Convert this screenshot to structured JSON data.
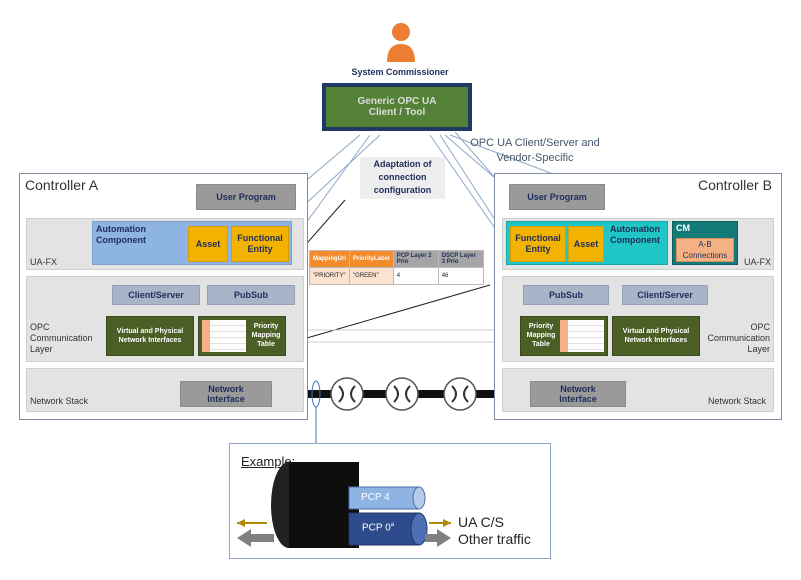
{
  "commissioner": {
    "label": "System Commissioner"
  },
  "opc_tool": {
    "line1": "Generic OPC UA",
    "line2": "Client / Tool"
  },
  "client_server_note": {
    "line1": "OPC UA Client/Server and",
    "line2": "Vendor-Specific"
  },
  "adaptation": {
    "line1": "Adaptation of",
    "line2": "connection",
    "line3": "configuration"
  },
  "controller_a": {
    "title": "Controller A",
    "user_program": "User Program",
    "automation_component": {
      "line1": "Automation",
      "line2": "Component"
    },
    "asset": "Asset",
    "functional_entity": {
      "line1": "Functional",
      "line2": "Entity"
    },
    "uafx_label": "UA-FX",
    "client_server": "Client/Server",
    "pubsub": "PubSub",
    "opc_layer": {
      "line1": "OPC",
      "line2": "Communication",
      "line3": "Layer"
    },
    "virtual_iface": {
      "line1": "Virtual and Physical",
      "line2": "Network Interfaces"
    },
    "priority_table": {
      "line1": "Priority",
      "line2": "Mapping",
      "line3": "Table"
    },
    "network_stack": "Network Stack",
    "network_interface": {
      "line1": "Network",
      "line2": "Interface"
    }
  },
  "controller_b": {
    "title": "Controller B",
    "user_program": "User Program",
    "automation_component": {
      "line1": "Automation",
      "line2": "Component"
    },
    "asset": "Asset",
    "functional_entity": {
      "line1": "Functional",
      "line2": "Entity"
    },
    "cm": "CM",
    "ab_connections": {
      "line1": "A-B",
      "line2": "Connections"
    },
    "uafx_label": "UA-FX",
    "client_server": "Client/Server",
    "pubsub": "PubSub",
    "opc_layer": {
      "line1": "OPC",
      "line2": "Communication",
      "line3": "Layer"
    },
    "virtual_iface": {
      "line1": "Virtual and Physical",
      "line2": "Network Interfaces"
    },
    "priority_table": {
      "line1": "Priority",
      "line2": "Mapping",
      "line3": "Table"
    },
    "network_stack": "Network Stack",
    "network_interface": {
      "line1": "Network",
      "line2": "Interface"
    }
  },
  "mapping_table": {
    "headers": [
      "MappingUri",
      "PriorityLabel",
      "PCP Layer 2 Prio",
      "DSCP Layer 3 Prio"
    ],
    "row": [
      "\"PRIORITY\"",
      "\"GREEN\"",
      "4",
      "46"
    ]
  },
  "example": {
    "title": "Example:",
    "pcp4": "PCP 4",
    "pcp0": "PCP 0",
    "pcp0_sup": "a",
    "ua_cs": "UA C/S",
    "other": "Other traffic"
  },
  "colors": {
    "tool_green": "#538135",
    "tool_border": "#1f3864",
    "orange": "#f2b200",
    "teal": "#20c5c5",
    "cm_teal": "#137a7a",
    "person": "#ed7d31"
  }
}
